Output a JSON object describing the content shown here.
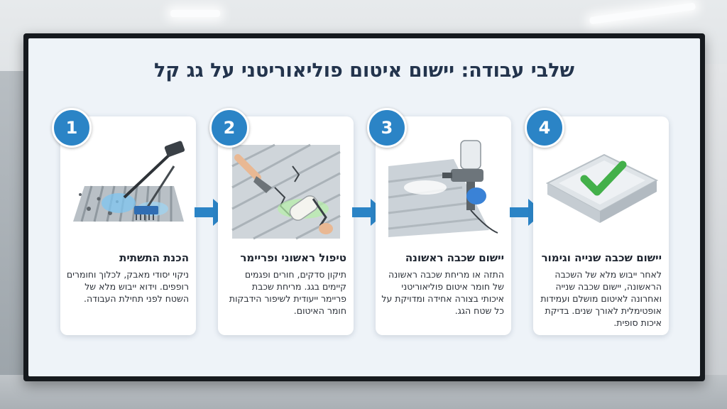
{
  "title": "שלבי עבודה: יישום איטום פוליאוריטני על גג קל",
  "steps": [
    {
      "number": "1",
      "title": "הכנת התשתית",
      "text": "ניקוי יסודי מאבק, לכלוך וחומרים רופפים. וידוא ייבוש מלא של השטח לפני תחילת העבודה.",
      "illustration": "pressure-washer-icon"
    },
    {
      "number": "2",
      "title": "טיפול ראשוני ופריימר",
      "text": "תיקון סדקים, חורים ופגמים קיימים בגג. מריחת שכבת פריימר ייעודית לשיפור הידבקות חומר האיטום.",
      "illustration": "paint-roller-icon"
    },
    {
      "number": "3",
      "title": "יישום שכבה ראשונה",
      "text": "התזה או מריחת שכבה ראשונה של חומר איטום פוליאוריטני איכותי בצורה אחידה ומדויקת על כל שטח הגג.",
      "illustration": "spray-gun-icon"
    },
    {
      "number": "4",
      "title": "יישום שכבה שנייה וגימור",
      "text": "לאחר ייבוש מלא של השכבה הראשונה, יישום שכבה שנייה ואחרונה לאיטום מושלם ועמידות אופטימלית לאורך שנים. בדיקת איכות סופית.",
      "illustration": "checkmark-icon"
    }
  ],
  "colors": {
    "accent": "#2b84c6",
    "check": "#43b04a",
    "title": "#23344d"
  }
}
